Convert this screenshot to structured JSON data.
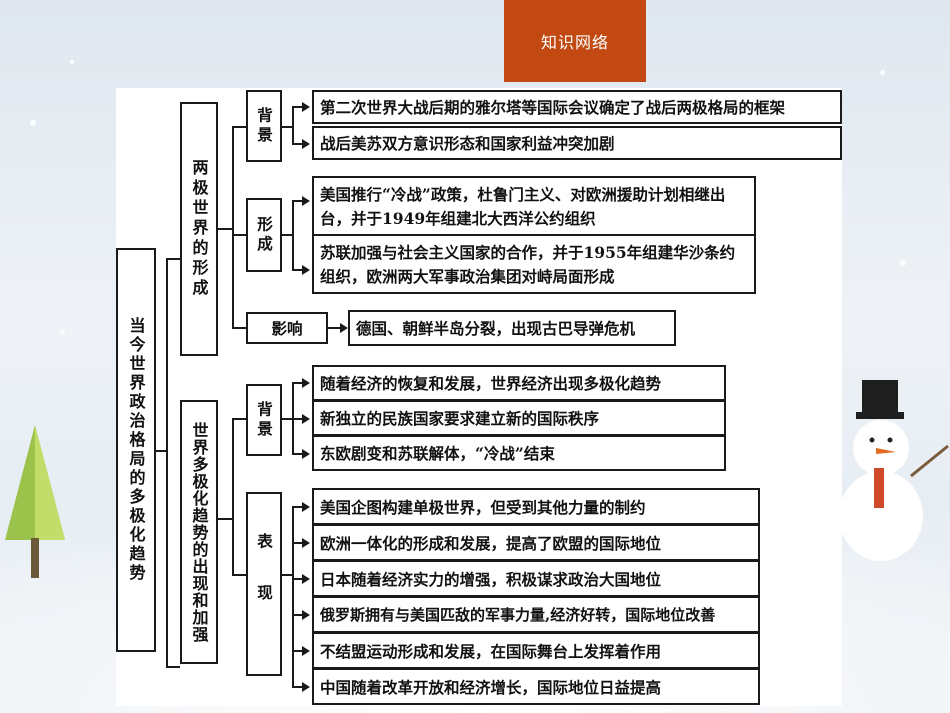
{
  "header": {
    "title": "知识网络"
  },
  "diagram": {
    "root": "当今世界政治格局的多极化趋势",
    "branch1": {
      "title": "两极世界的形成",
      "bg_label": "背景",
      "bg_items": [
        "第二次世界大战后期的雅尔塔等国际会议确定了战后两极格局的框架",
        "战后美苏双方意识形态和国家利益冲突加剧"
      ],
      "form_label": "形成",
      "form_items": [
        "美国推行“冷战”政策，杜鲁门主义、对欧洲援助计划相继出台，并于1949年组建北大西洋公约组织",
        "苏联加强与社会主义国家的合作，并于1955年组建华沙条约组织，欧洲两大军事政治集团对峙局面形成"
      ],
      "impact_label": "影响",
      "impact_item": "德国、朝鲜半岛分裂，出现古巴导弹危机"
    },
    "branch2": {
      "title": "世界多极化趋势的出现和加强",
      "bg_label": "背景",
      "bg_items": [
        "随着经济的恢复和发展，世界经济出现多极化趋势",
        "新独立的民族国家要求建立新的国际秩序",
        "东欧剧变和苏联解体，“冷战”结束"
      ],
      "show_label": "表现",
      "show_items": [
        "美国企图构建单极世界，但受到其他力量的制约",
        "欧洲一体化的形成和发展，提高了欧盟的国际地位",
        "日本随着经济实力的增强，积极谋求政治大国地位",
        "俄罗斯拥有与美国匹敌的军事力量,经济好转，国际地位改善",
        "不结盟运动形成和发展，在国际舞台上发挥着作用",
        "中国随着改革开放和经济增长，国际地位日益提高"
      ]
    }
  }
}
